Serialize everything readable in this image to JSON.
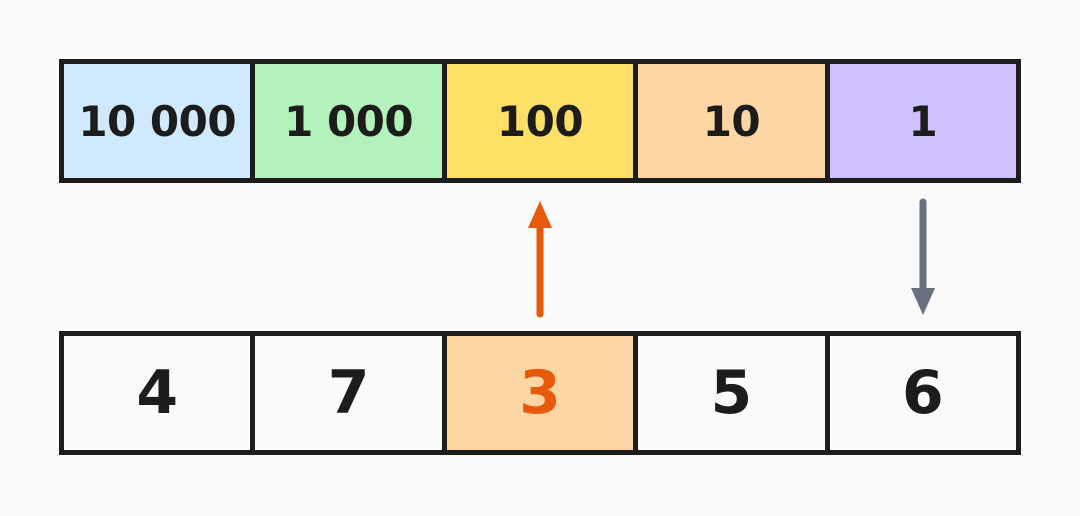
{
  "place_values": [
    {
      "label": "10 000",
      "color": "#d1e9fd"
    },
    {
      "label": "1 000",
      "color": "#b3f2bb"
    },
    {
      "label": "100",
      "color": "#ffe066"
    },
    {
      "label": "10",
      "color": "#fdd6a4"
    },
    {
      "label": "1",
      "color": "#d0c0ff"
    }
  ],
  "digits": [
    "4",
    "7",
    "3",
    "5",
    "6"
  ],
  "highlighted_index": 2,
  "colors": {
    "outline": "#1c1c1c",
    "highlight_fill": "#fdd6a4",
    "highlight_text": "#e8590c",
    "up_arrow": "#e8590c",
    "down_arrow": "#6b7080"
  }
}
